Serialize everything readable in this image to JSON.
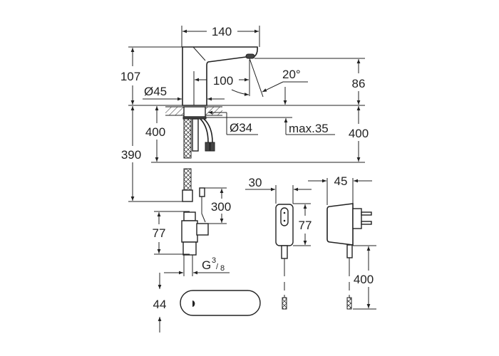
{
  "drawing": {
    "faucet": {
      "width": "140",
      "height": "107",
      "spout_height": "86",
      "reach": "100",
      "angle": "20°",
      "body_diameter": "Ø45",
      "hole_diameter": "Ø34",
      "counter_thickness": "max.35",
      "hose_length_left": "400",
      "hose_length_right": "400",
      "total_depth": "390"
    },
    "valve": {
      "height": "77",
      "cable_length": "300",
      "thread_prefix": "G",
      "thread_numerator": "3",
      "thread_denominator": "8"
    },
    "sensor": {
      "height": "44"
    },
    "adapter": {
      "front_width": "30",
      "front_height": "77",
      "side_depth": "45",
      "cable_length": "400"
    }
  }
}
